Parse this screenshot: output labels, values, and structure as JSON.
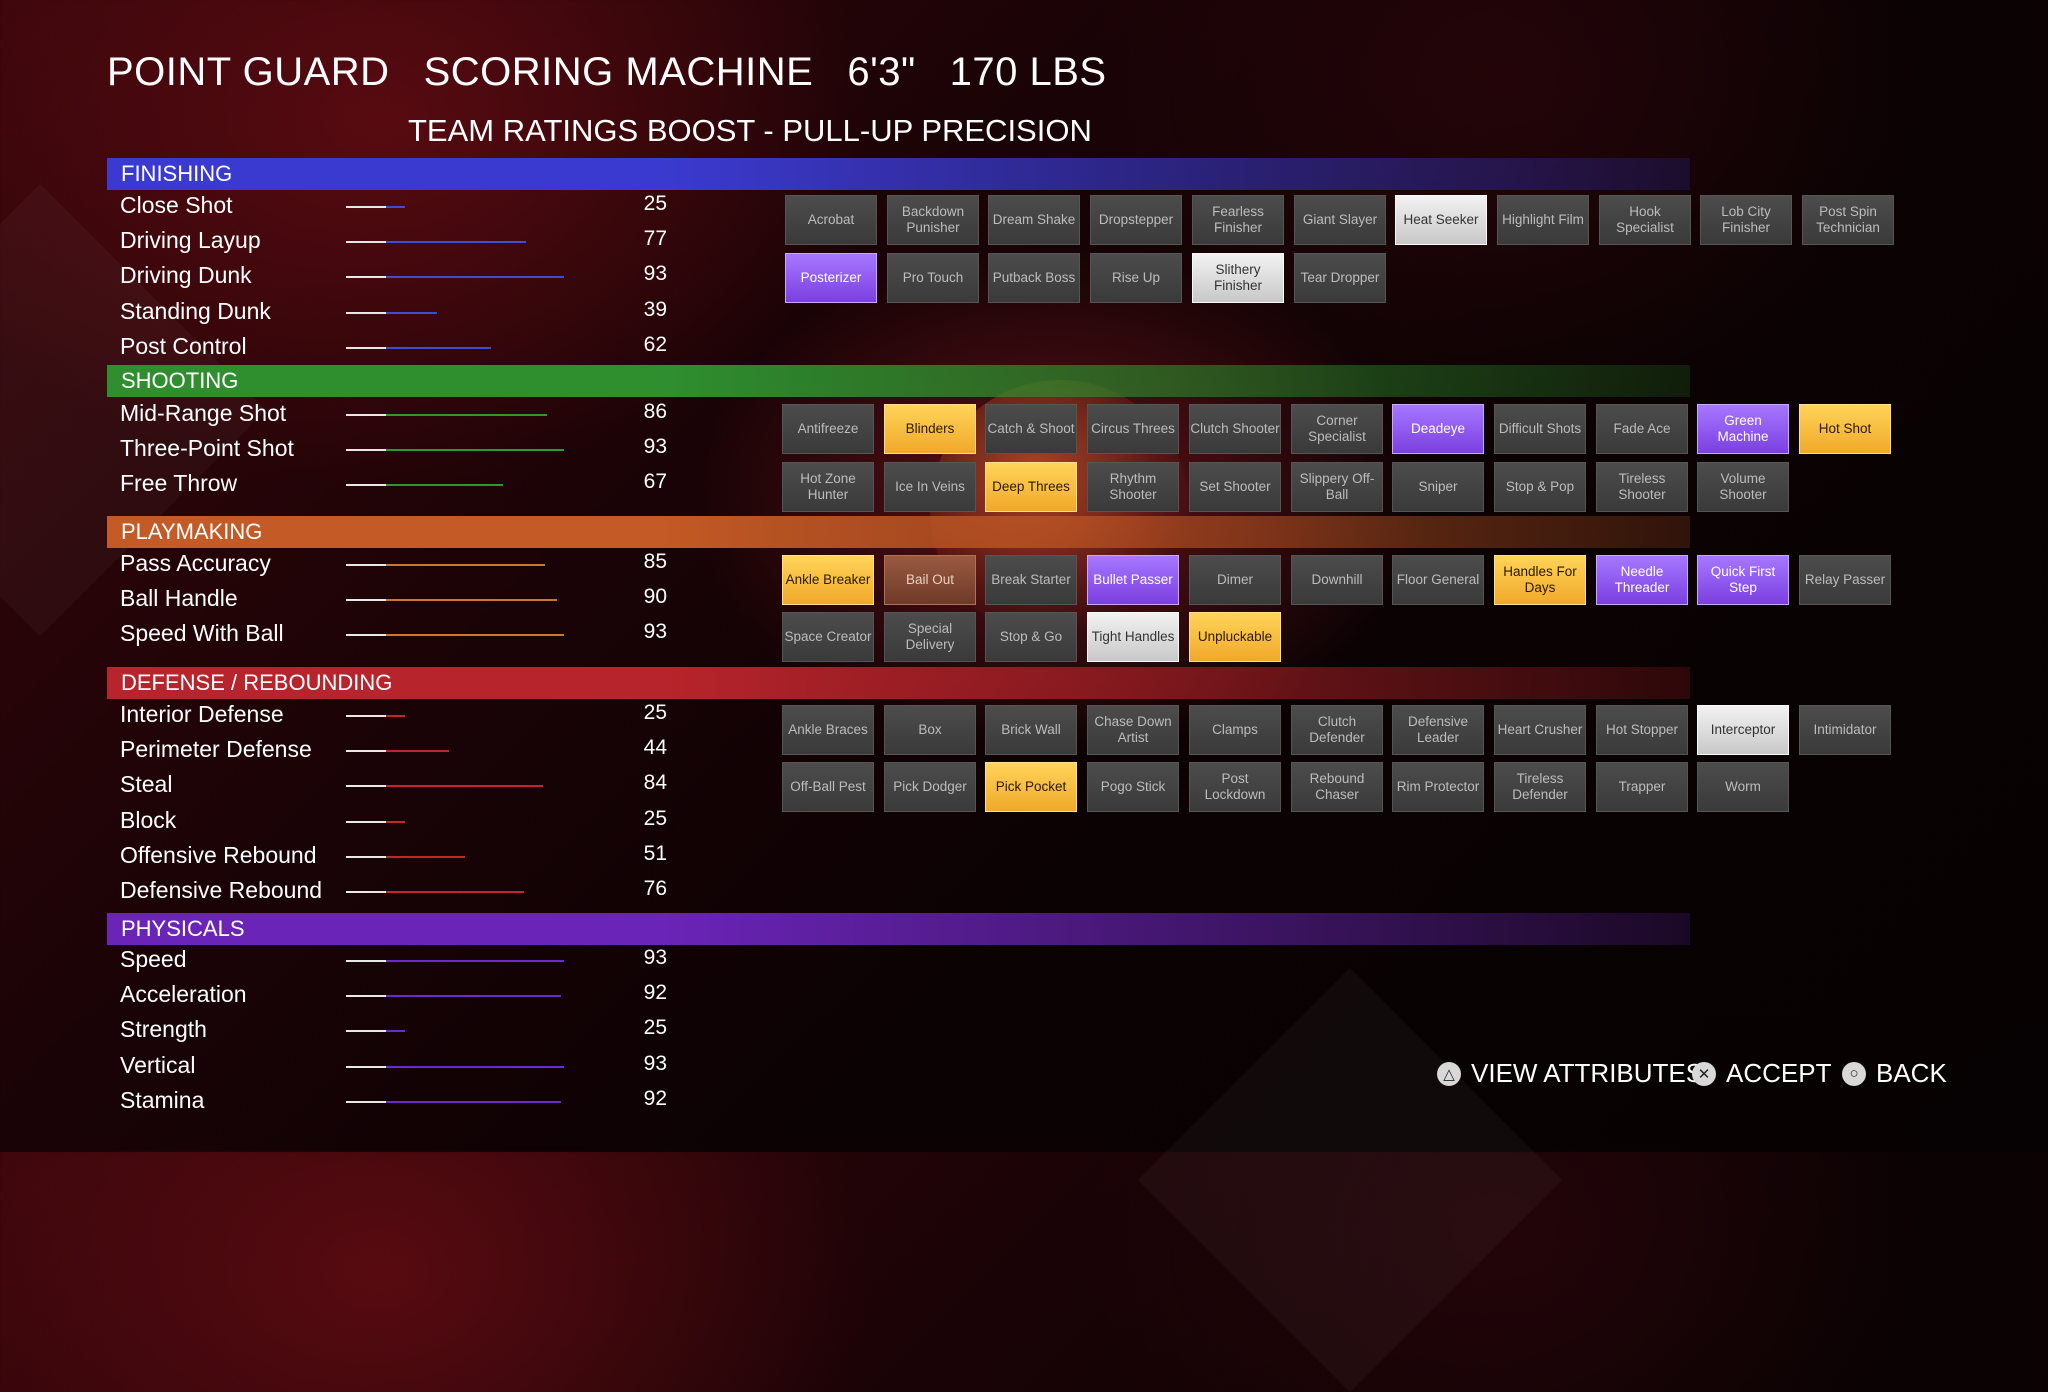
{
  "header": {
    "position": "POINT GUARD",
    "archetype": "SCORING MACHINE",
    "height": "6'3\"",
    "weight": "170 LBS",
    "team_boost": "TEAM RATINGS BOOST - PULL-UP PRECISION"
  },
  "categories": [
    {
      "name": "FINISHING",
      "color": "#3a3ad0",
      "color_end": "rgba(40,40,160,0.25)",
      "bar_color": "#3a4fd6",
      "attributes": [
        {
          "name": "Close Shot",
          "value": "25"
        },
        {
          "name": "Driving Layup",
          "value": "77"
        },
        {
          "name": "Driving Dunk",
          "value": "93"
        },
        {
          "name": "Standing Dunk",
          "value": "39"
        },
        {
          "name": "Post Control",
          "value": "62"
        }
      ],
      "badges": [
        [
          {
            "name": "Acrobat",
            "tier": "none"
          },
          {
            "name": "Backdown Punisher",
            "tier": "none"
          },
          {
            "name": "Dream Shake",
            "tier": "none"
          },
          {
            "name": "Dropstepper",
            "tier": "none"
          },
          {
            "name": "Fearless Finisher",
            "tier": "none"
          },
          {
            "name": "Giant Slayer",
            "tier": "none"
          },
          {
            "name": "Heat Seeker",
            "tier": "silver"
          },
          {
            "name": "Highlight Film",
            "tier": "none"
          },
          {
            "name": "Hook Specialist",
            "tier": "none"
          },
          {
            "name": "Lob City Finisher",
            "tier": "none"
          },
          {
            "name": "Post Spin Technician",
            "tier": "none"
          }
        ],
        [
          {
            "name": "Posterizer",
            "tier": "hof"
          },
          {
            "name": "Pro Touch",
            "tier": "none"
          },
          {
            "name": "Putback Boss",
            "tier": "none"
          },
          {
            "name": "Rise Up",
            "tier": "none"
          },
          {
            "name": "Slithery Finisher",
            "tier": "silver"
          },
          {
            "name": "Tear Dropper",
            "tier": "none"
          }
        ]
      ]
    },
    {
      "name": "SHOOTING",
      "color": "#2f8f2f",
      "color_end": "rgba(30,110,30,0.25)",
      "bar_color": "#2a9a2a",
      "attributes": [
        {
          "name": "Mid-Range Shot",
          "value": "86"
        },
        {
          "name": "Three-Point Shot",
          "value": "93"
        },
        {
          "name": "Free Throw",
          "value": "67"
        }
      ],
      "badges": [
        [
          {
            "name": "Antifreeze",
            "tier": "none"
          },
          {
            "name": "Blinders",
            "tier": "gold"
          },
          {
            "name": "Catch & Shoot",
            "tier": "none"
          },
          {
            "name": "Circus Threes",
            "tier": "none"
          },
          {
            "name": "Clutch Shooter",
            "tier": "none"
          },
          {
            "name": "Corner Specialist",
            "tier": "none"
          },
          {
            "name": "Deadeye",
            "tier": "hof"
          },
          {
            "name": "Difficult Shots",
            "tier": "none"
          },
          {
            "name": "Fade Ace",
            "tier": "none"
          },
          {
            "name": "Green Machine",
            "tier": "hof"
          },
          {
            "name": "Hot Shot",
            "tier": "gold"
          }
        ],
        [
          {
            "name": "Hot Zone Hunter",
            "tier": "none"
          },
          {
            "name": "Ice In Veins",
            "tier": "none"
          },
          {
            "name": "Deep Threes",
            "tier": "gold"
          },
          {
            "name": "Rhythm Shooter",
            "tier": "none"
          },
          {
            "name": "Set Shooter",
            "tier": "none"
          },
          {
            "name": "Slippery Off-Ball",
            "tier": "none"
          },
          {
            "name": "Sniper",
            "tier": "none"
          },
          {
            "name": "Stop & Pop",
            "tier": "none"
          },
          {
            "name": "Tireless Shooter",
            "tier": "none"
          },
          {
            "name": "Volume Shooter",
            "tier": "none"
          }
        ]
      ]
    },
    {
      "name": "PLAYMAKING",
      "color": "#c45a25",
      "color_end": "rgba(160,70,30,0.25)",
      "bar_color": "#c87a2a",
      "attributes": [
        {
          "name": "Pass Accuracy",
          "value": "85"
        },
        {
          "name": "Ball Handle",
          "value": "90"
        },
        {
          "name": "Speed With Ball",
          "value": "93"
        }
      ],
      "badges": [
        [
          {
            "name": "Ankle Breaker",
            "tier": "gold"
          },
          {
            "name": "Bail Out",
            "tier": "bronze"
          },
          {
            "name": "Break Starter",
            "tier": "none"
          },
          {
            "name": "Bullet Passer",
            "tier": "hof"
          },
          {
            "name": "Dimer",
            "tier": "none"
          },
          {
            "name": "Downhill",
            "tier": "none"
          },
          {
            "name": "Floor General",
            "tier": "none"
          },
          {
            "name": "Handles For Days",
            "tier": "gold"
          },
          {
            "name": "Needle Threader",
            "tier": "hof"
          },
          {
            "name": "Quick First Step",
            "tier": "hof"
          },
          {
            "name": "Relay Passer",
            "tier": "none"
          }
        ],
        [
          {
            "name": "Space Creator",
            "tier": "none"
          },
          {
            "name": "Special Delivery",
            "tier": "none"
          },
          {
            "name": "Stop & Go",
            "tier": "none"
          },
          {
            "name": "Tight Handles",
            "tier": "silver"
          },
          {
            "name": "Unpluckable",
            "tier": "gold"
          }
        ]
      ]
    },
    {
      "name": "DEFENSE / REBOUNDING",
      "color": "#b8242b",
      "color_end": "rgba(150,25,30,0.25)",
      "bar_color": "#c0262c",
      "attributes": [
        {
          "name": "Interior Defense",
          "value": "25"
        },
        {
          "name": "Perimeter Defense",
          "value": "44"
        },
        {
          "name": "Steal",
          "value": "84"
        },
        {
          "name": "Block",
          "value": "25"
        },
        {
          "name": "Offensive Rebound",
          "value": "51"
        },
        {
          "name": "Defensive Rebound",
          "value": "76"
        }
      ],
      "badges": [
        [
          {
            "name": "Ankle Braces",
            "tier": "none"
          },
          {
            "name": "Box",
            "tier": "none"
          },
          {
            "name": "Brick Wall",
            "tier": "none"
          },
          {
            "name": "Chase Down Artist",
            "tier": "none"
          },
          {
            "name": "Clamps",
            "tier": "none"
          },
          {
            "name": "Clutch Defender",
            "tier": "none"
          },
          {
            "name": "Defensive Leader",
            "tier": "none"
          },
          {
            "name": "Heart Crusher",
            "tier": "none"
          },
          {
            "name": "Hot Stopper",
            "tier": "none"
          },
          {
            "name": "Interceptor",
            "tier": "silver"
          },
          {
            "name": "Intimidator",
            "tier": "none"
          }
        ],
        [
          {
            "name": "Off-Ball Pest",
            "tier": "none"
          },
          {
            "name": "Pick Dodger",
            "tier": "none"
          },
          {
            "name": "Pick Pocket",
            "tier": "gold"
          },
          {
            "name": "Pogo Stick",
            "tier": "none"
          },
          {
            "name": "Post Lockdown",
            "tier": "none"
          },
          {
            "name": "Rebound Chaser",
            "tier": "none"
          },
          {
            "name": "Rim Protector",
            "tier": "none"
          },
          {
            "name": "Tireless Defender",
            "tier": "none"
          },
          {
            "name": "Trapper",
            "tier": "none"
          },
          {
            "name": "Worm",
            "tier": "none"
          }
        ]
      ]
    },
    {
      "name": "PHYSICALS",
      "color": "#6a24b8",
      "color_end": "rgba(80,30,140,0.25)",
      "bar_color": "#6a2ad0",
      "attributes": [
        {
          "name": "Speed",
          "value": "93"
        },
        {
          "name": "Acceleration",
          "value": "92"
        },
        {
          "name": "Strength",
          "value": "25"
        },
        {
          "name": "Vertical",
          "value": "93"
        },
        {
          "name": "Stamina",
          "value": "92"
        }
      ],
      "badges": []
    }
  ],
  "footer": {
    "view_attributes": {
      "icon": "triangle-button-icon",
      "label": "VIEW ATTRIBUTES",
      "glyph": "△"
    },
    "accept": {
      "icon": "cross-button-icon",
      "label": "ACCEPT",
      "glyph": "✕"
    },
    "back": {
      "icon": "circle-button-icon",
      "label": "BACK",
      "glyph": "○"
    }
  }
}
